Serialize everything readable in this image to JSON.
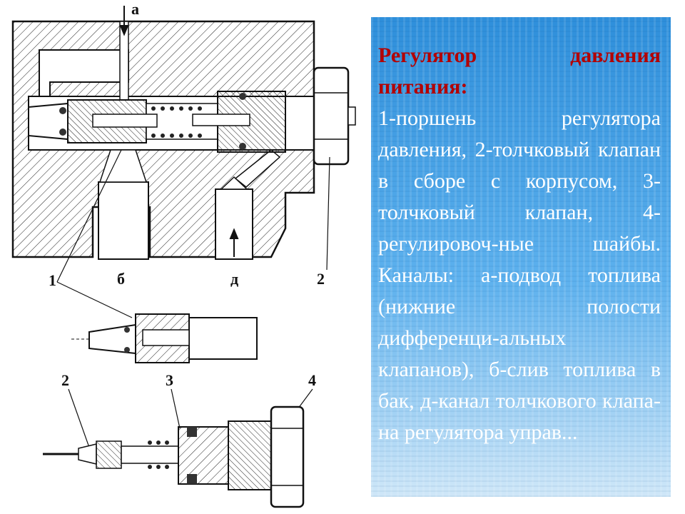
{
  "slide": {
    "title": "Регулятор давления питания:",
    "body": "1-поршень регулятора давления, 2-толчковый клапан в сборе с корпусом, 3-толчковый клапан, 4-регулировоч-ные шайбы. Каналы: а-подвод топлива (нижние полости дифференци-альных клапанов), б-слив топлива в бак, д-канал толчкового клапа-на регулятора управ..."
  },
  "drawing_labels": {
    "channel_a": "а",
    "channel_b": "б",
    "channel_d": "д",
    "part_1": "1",
    "part_2_top": "2",
    "part_2_bottom": "2",
    "part_3": "3",
    "part_4": "4"
  },
  "colors": {
    "panel_blue": "#4aa6e8",
    "title_red": "#b30000",
    "body_text": "#ffffff"
  }
}
